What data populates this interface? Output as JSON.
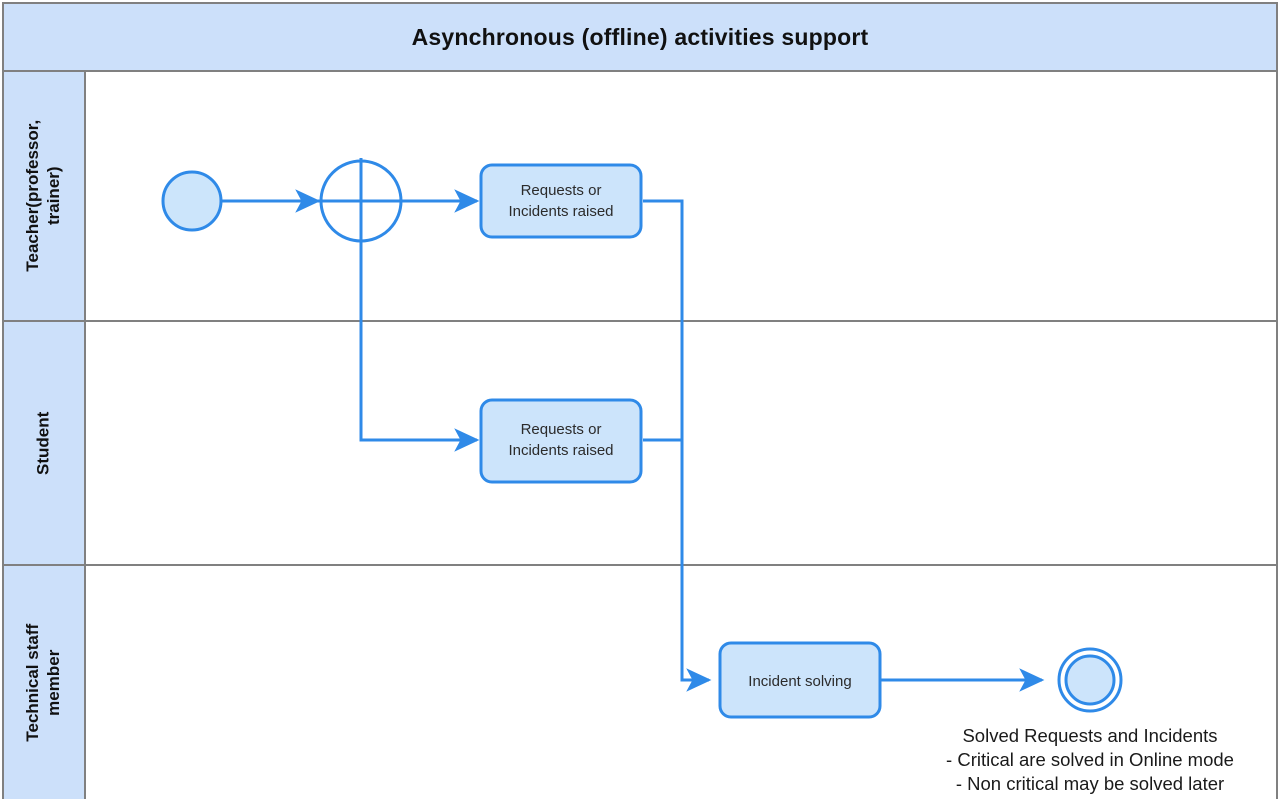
{
  "diagram": {
    "title": "Asynchronous (offline) activities support",
    "type": "bpmn-swimlane",
    "colors": {
      "lane_header_fill": "#cce0fa",
      "lane_border": "#808080",
      "node_fill": "#cce4fb",
      "node_stroke": "#2f8ae8",
      "connector": "#2f8ae8",
      "text": "#1a1a1a",
      "canvas": "#ffffff"
    }
  },
  "lanes": [
    {
      "id": "teacher",
      "label": "Teacher(professor,\ntrainer)"
    },
    {
      "id": "student",
      "label": "Student"
    },
    {
      "id": "technical",
      "label": "Technical staff\nmember"
    }
  ],
  "nodes": [
    {
      "id": "start-event",
      "type": "start-event",
      "lane": "teacher",
      "label": ""
    },
    {
      "id": "gateway",
      "type": "parallel-gateway",
      "lane": "teacher",
      "label": ""
    },
    {
      "id": "task-teacher-requests",
      "type": "task",
      "lane": "teacher",
      "label_lines": [
        "Requests or",
        "Incidents raised"
      ]
    },
    {
      "id": "task-student-requests",
      "type": "task",
      "lane": "student",
      "label_lines": [
        "Requests or",
        "Incidents raised"
      ]
    },
    {
      "id": "task-incident-solving",
      "type": "task",
      "lane": "technical",
      "label_lines": [
        "Incident solving"
      ]
    },
    {
      "id": "end-event",
      "type": "end-event",
      "lane": "technical",
      "label": ""
    }
  ],
  "annotations": [
    {
      "id": "end-event-caption",
      "lines": [
        "Solved Requests and Incidents",
        "- Critical are solved in Online mode",
        "- Non critical may be solved later"
      ]
    }
  ],
  "flows": [
    {
      "from": "start-event",
      "to": "gateway"
    },
    {
      "from": "gateway",
      "to": "task-teacher-requests"
    },
    {
      "from": "gateway",
      "to": "task-student-requests"
    },
    {
      "from": "task-teacher-requests",
      "to": "task-incident-solving"
    },
    {
      "from": "task-student-requests",
      "to": "task-incident-solving"
    },
    {
      "from": "task-incident-solving",
      "to": "end-event"
    }
  ]
}
